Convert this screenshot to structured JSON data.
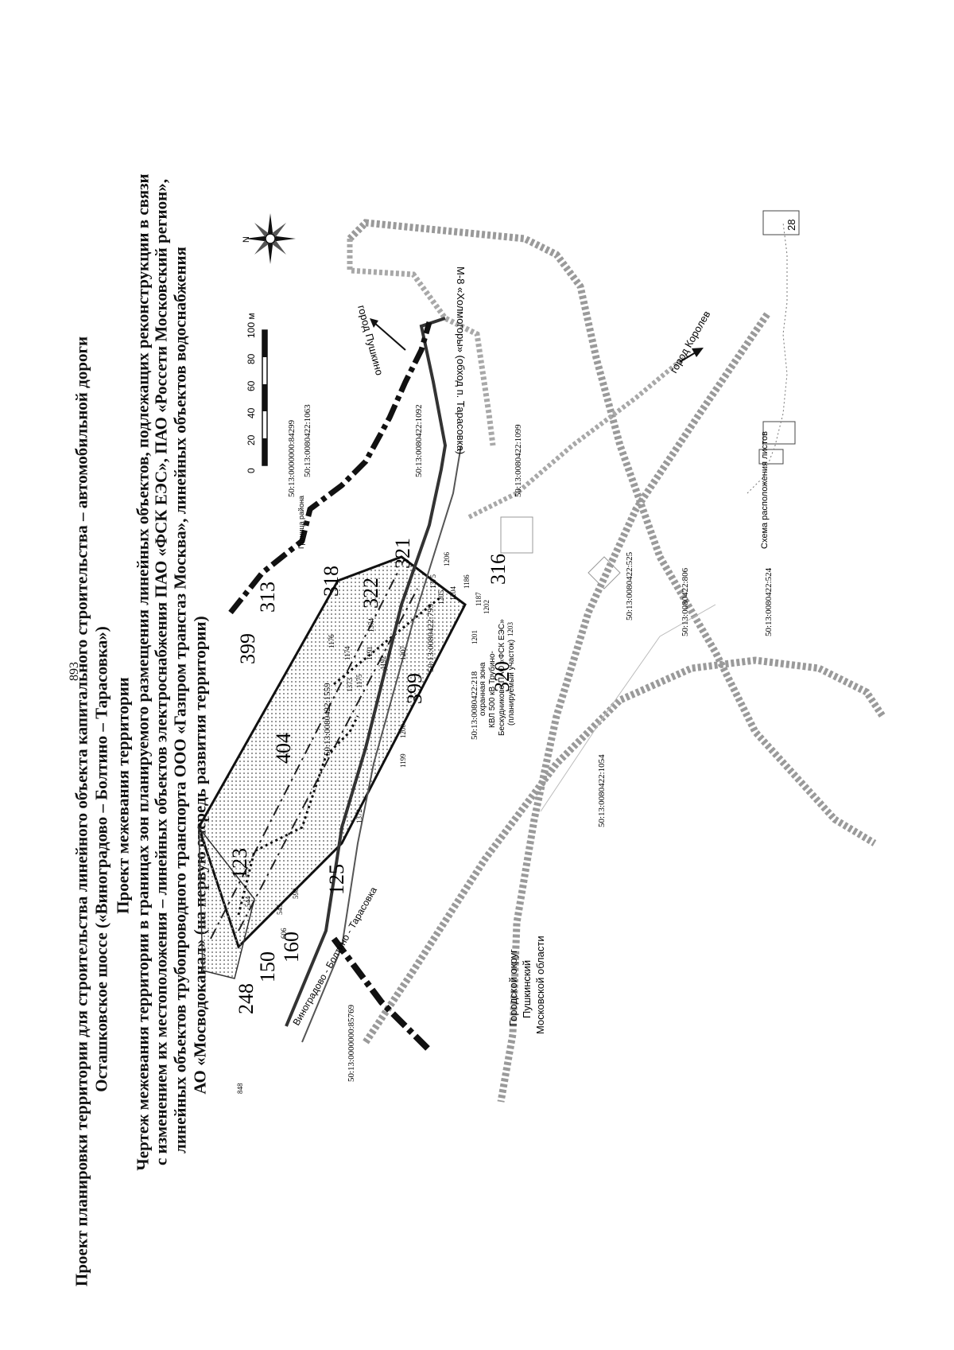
{
  "page_number": "893",
  "title": {
    "line1": "Проект планировки территории для строительства линейного объекта капитального строительства – автомобильной дороги",
    "line2": "Осташковское шоссе («Виноградово – Болтино – Тарасовка»)",
    "line3": "Проект межевания территории",
    "line4": "Чертеж межевания территории в границах зон планируемого размещения линейных объектов, подлежащих реконструкции в связи",
    "line5": "с изменением их местоположения – линейных объектов электроснабжения ПАО «ФСК ЕЭС», ПАО «Россети Московский регион»,",
    "line6": "линейных объектов трубопроводного транспорта ООО «Газпром трансгаз Москва», линейных объектов водоснабжения",
    "line7": "АО «Мосводоканал» (на первую очередь развития территории)"
  },
  "scale": {
    "ticks": [
      "0",
      "20",
      "40",
      "60",
      "80",
      "100 м"
    ]
  },
  "compass": {
    "north": "N"
  },
  "labels": {
    "road_m8": "М-8 «Холмогоры» (обход п. Тарасовка)",
    "to_pushkino": "город Пушкино",
    "to_korolev": "город Королев",
    "road_vinogradovo": "Виноградово - Болтино - Тарасовка",
    "district_1": "Городской округ",
    "district_2": "Пушкинский",
    "district_3": "Московской области",
    "inset_title": "Схема расположения листов",
    "inset_sheet": "28",
    "protect_zone_1": "охранная зона",
    "protect_zone_2": "КВЛ 500 кВ Трубино-",
    "protect_zone_3": "Бескудниково ПАО «ФСК ЕЭС»",
    "protect_zone_4": "(планируемый участок)",
    "border_label": "Граница района"
  },
  "parcels": {
    "p84299": "50:13:0000000:84299",
    "p1063": "50:13:0080422:1063",
    "p1099": "50:13:0080422:1099",
    "p1092": "50:13:0080422:1092",
    "p525": "50:13:0080422:525",
    "p524": "50:13:0080422:524",
    "p806": "50:13:0080422:806",
    "p1559": "50:13:0080422:1559",
    "p799": "50:13:0080422:799",
    "p1054": "50:13:0080422:1054",
    "p85769": "50:13:0000000:85769",
    "p218": "50:13:0080422:218"
  },
  "zones": {
    "z399a": "399",
    "z313": "313",
    "z318": "318",
    "z321": "321",
    "z322": "322",
    "z316": "316",
    "z320": "320",
    "z399b": "399",
    "z404": "404",
    "z123": "123",
    "z125": "125",
    "z160": "160",
    "z150": "150",
    "z248": "248"
  },
  "points": {
    "pt1206": "1206",
    "pt1375": "1375",
    "pt1374": "1374",
    "pt1191": "1191",
    "pt1176": "1176",
    "pt1174": "1174",
    "pt1175": "1175",
    "pt1373": "1373",
    "pt1192": "1192",
    "pt1207": "1207",
    "pt1205": "1205",
    "pt1204": "1204",
    "pt1186": "1186",
    "pt1187": "1187",
    "pt1202": "1202",
    "pt1201": "1201",
    "pt1203": "1203",
    "pt1200": "1200",
    "pt1199": "1199",
    "pt1372": "1372",
    "pt544": "544",
    "pt545": "545",
    "pt598": "598",
    "pt606": "606",
    "pt848": "848"
  }
}
